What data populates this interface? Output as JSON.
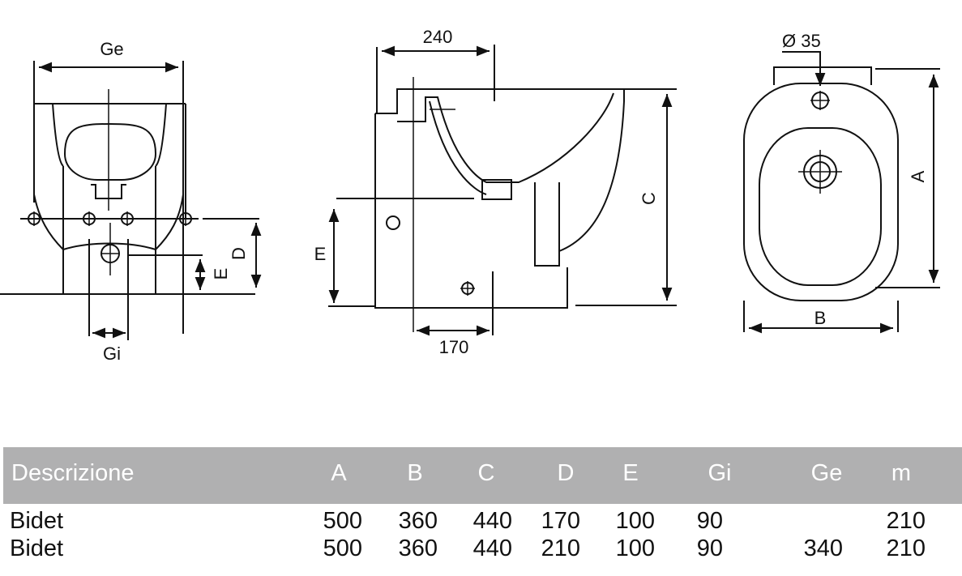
{
  "drawing": {
    "front_view": {
      "width_label": "Ge",
      "inner_label": "Gi",
      "d_label": "D",
      "e_label": "E"
    },
    "side_view": {
      "top_dim": "240",
      "bottom_dim": "170",
      "height_label": "C",
      "e_label": "E"
    },
    "top_view": {
      "hole_label": "Ø 35",
      "length_label": "A",
      "width_label": "B"
    }
  },
  "table": {
    "headers": [
      "Descrizione",
      "A",
      "B",
      "C",
      "D",
      "E",
      "Gi",
      "Ge",
      "m"
    ],
    "rows": [
      [
        "Bidet",
        "500",
        "360",
        "440",
        "170",
        "100",
        "90",
        "",
        "210"
      ],
      [
        "Bidet",
        "500",
        "360",
        "440",
        "210",
        "100",
        "90",
        "340",
        "210"
      ]
    ],
    "header_color": "#b0b0b1"
  }
}
